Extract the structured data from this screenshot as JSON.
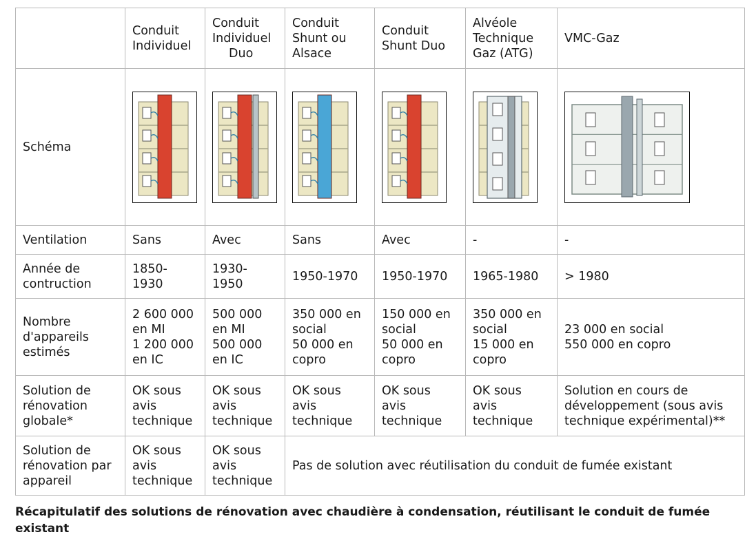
{
  "table": {
    "columns": [
      [
        "Conduit",
        "Individuel"
      ],
      [
        "Conduit",
        "Individuel",
        "Duo"
      ],
      [
        "Conduit",
        "Shunt ou",
        "Alsace"
      ],
      [
        "Conduit",
        "Shunt Duo"
      ],
      [
        "Alvéole",
        "Technique",
        "Gaz (ATG)"
      ],
      [
        "VMC-Gaz"
      ]
    ],
    "schema_label": "Schéma",
    "schema_images": [
      {
        "icon": "conduit-individuel-diagram",
        "color": "#d9432f"
      },
      {
        "icon": "conduit-individuel-duo-diagram",
        "color": "#d9432f"
      },
      {
        "icon": "conduit-shunt-alsace-diagram",
        "color": "#4aa6d6"
      },
      {
        "icon": "conduit-shunt-duo-diagram",
        "color": "#d9432f"
      },
      {
        "icon": "alveole-technique-gaz-diagram",
        "color": "#9aa7ae"
      },
      {
        "icon": "vmc-gaz-diagram",
        "color": "#9aa7ae"
      }
    ],
    "rows": [
      {
        "label": [
          "Ventilation"
        ],
        "cells": [
          [
            "Sans"
          ],
          [
            "Avec"
          ],
          [
            "Sans"
          ],
          [
            "Avec"
          ],
          [
            "-"
          ],
          [
            "-"
          ]
        ]
      },
      {
        "label": [
          "Année de",
          "contruction"
        ],
        "cells": [
          [
            "1850-",
            "1930"
          ],
          [
            "1930-",
            "1950"
          ],
          [
            "1950-1970"
          ],
          [
            "1950-1970"
          ],
          [
            "1965-1980"
          ],
          [
            "> 1980"
          ]
        ]
      },
      {
        "label": [
          "Nombre",
          "d'appareils",
          "estimés"
        ],
        "cells": [
          [
            "2 600 000",
            "en MI",
            "1 200 000",
            "en IC"
          ],
          [
            "500 000",
            "en MI",
            "500 000",
            "en IC"
          ],
          [
            "350 000 en",
            "social",
            "50 000 en",
            "copro"
          ],
          [
            "150 000 en",
            "social",
            "50 000 en",
            "copro"
          ],
          [
            "350 000 en",
            "social",
            "15 000 en",
            "copro"
          ],
          [
            "23 000 en social",
            "550 000 en copro"
          ]
        ]
      },
      {
        "label": [
          "Solution de",
          "rénovation",
          "globale*"
        ],
        "cells": [
          [
            "OK sous",
            "avis",
            "technique"
          ],
          [
            "OK sous",
            "avis",
            "technique"
          ],
          [
            "OK sous",
            "avis",
            "technique"
          ],
          [
            "OK sous",
            "avis",
            "technique"
          ],
          [
            "OK sous",
            "avis",
            "technique"
          ],
          [
            "Solution en cours de",
            "développement (sous avis",
            "technique expérimental)**"
          ]
        ]
      },
      {
        "label": [
          "Solution de",
          "rénovation par",
          "appareil"
        ],
        "cells": [
          [
            "OK sous",
            "avis",
            "technique"
          ],
          [
            "OK sous",
            "avis",
            "technique"
          ]
        ],
        "merged": "Pas de solution avec réutilisation du conduit de fumée existant"
      }
    ]
  },
  "caption": "Récapitulatif des solutions de rénovation avec chaudière à condensation, réutilisant le conduit de fumée existant"
}
